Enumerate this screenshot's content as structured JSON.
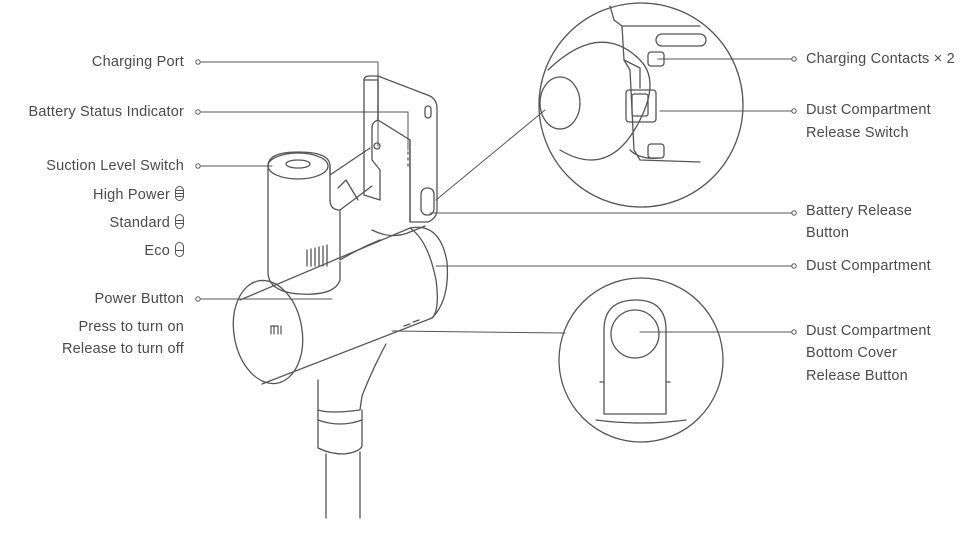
{
  "colors": {
    "line": "#555555",
    "text": "#4a4a4a",
    "background": "#ffffff"
  },
  "left_labels": {
    "charging_port": "Charging Port",
    "battery_status_indicator": "Battery Status Indicator",
    "suction_level_switch": "Suction Level Switch",
    "high_power": "High Power",
    "standard": "Standard",
    "eco": "Eco",
    "power_button": "Power Button",
    "press_to_turn_on": "Press to turn on",
    "release_to_turn_off": "Release to turn off"
  },
  "right_labels": {
    "charging_contacts": "Charging Contacts × 2",
    "dust_compartment_release_switch_1": "Dust Compartment",
    "dust_compartment_release_switch_2": "Release Switch",
    "battery_release_button_1": "Battery Release",
    "battery_release_button_2": "Button",
    "dust_compartment": "Dust Compartment",
    "bottom_cover_1": "Dust Compartment",
    "bottom_cover_2": "Bottom Cover",
    "bottom_cover_3": "Release Button"
  },
  "icons": {
    "brand_logo": "mi-logo-icon",
    "high_power": "mode-high-icon",
    "standard": "mode-standard-icon",
    "eco": "mode-eco-icon"
  }
}
